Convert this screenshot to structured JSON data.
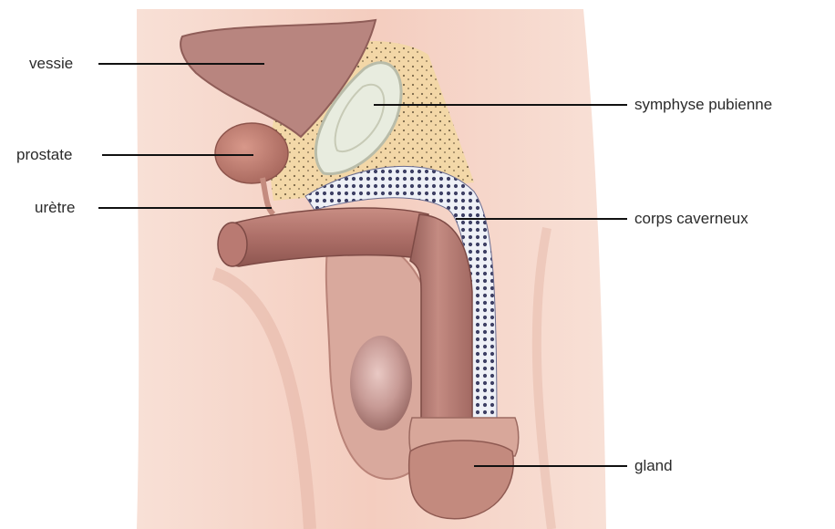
{
  "labels": {
    "vessie": "vessie",
    "prostate": "prostate",
    "uretre": "urètre",
    "symphyse": "symphyse pubienne",
    "corps": "corps caverneux",
    "gland": "gland"
  },
  "colors": {
    "background": "#ffffff",
    "skin": "#f5d2c4",
    "organ": "#b97a72",
    "bone": "#e9ecdf",
    "fat": "#f3d9a6",
    "leader_line": "#111111"
  }
}
